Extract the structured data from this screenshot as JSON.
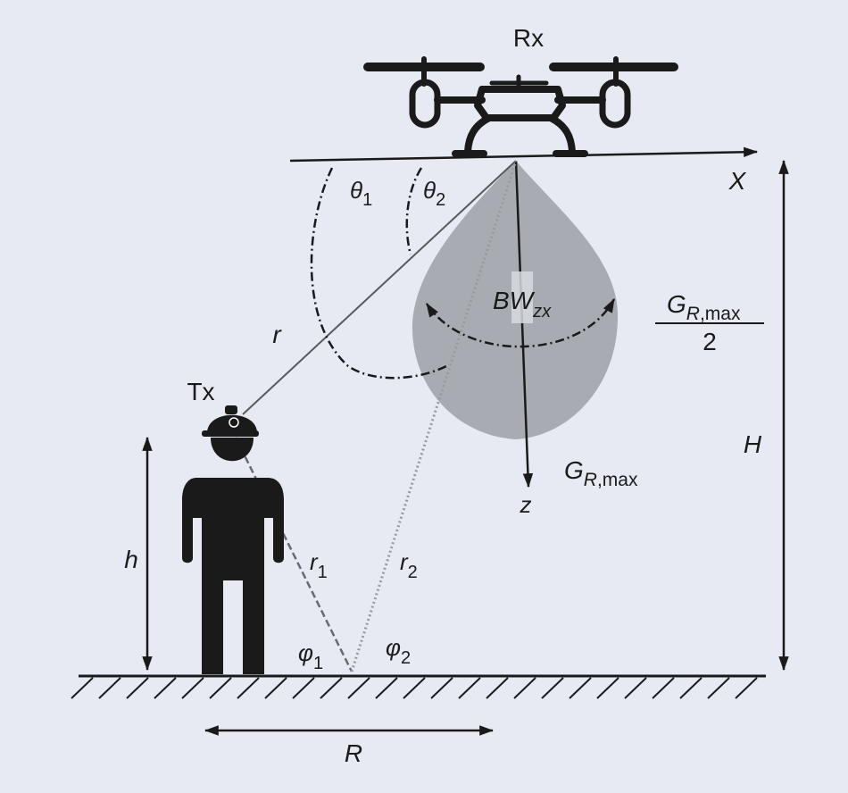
{
  "labels": {
    "rx": "Rx",
    "tx": "Tx",
    "x_axis": "X",
    "z_axis": "z",
    "theta1": "θ",
    "theta1_sub": "1",
    "theta2": "θ",
    "theta2_sub": "2",
    "r": "r",
    "r1": "r",
    "r1_sub": "1",
    "r2": "r",
    "r2_sub": "2",
    "phi1": "φ",
    "phi1_sub": "1",
    "phi2": "φ",
    "phi2_sub": "2",
    "h": "h",
    "H": "H",
    "R": "R",
    "bw": "BW",
    "bw_sub": "zx",
    "gain": "G",
    "gain_sub_r": "R",
    "gain_sub_max": ",max",
    "gain_half": "G",
    "gain_half_sub_r": "R",
    "gain_half_sub_max": ",max",
    "gain_half_den": "2"
  },
  "colors": {
    "background": "#e7eaf3",
    "beam_lobe": "#a9abb3",
    "ink": "#1a1a1a",
    "figure": "#1a1a1a"
  }
}
